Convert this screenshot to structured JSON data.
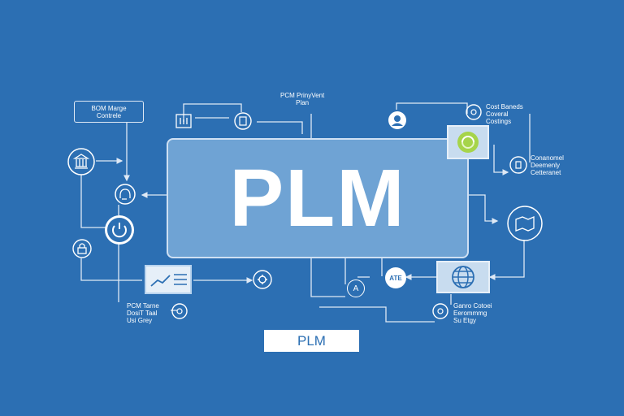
{
  "diagram": {
    "center_label": "PLM",
    "footer_label": "PLM",
    "top_caption": "PCM PrinyVent\nPlan",
    "box_top_left": "BOM Marge\nContrele",
    "label_right_top": "Cost Baneds\nCoveral\nCostings",
    "label_right_mid": "Conanomel\nDeemenly\nCetteranet",
    "label_bottom_left": "PCM Tarne\nDosiT Taal\nUsi Grey",
    "label_bottom_right": "Ganro Cotoei\nEerommmg\nSu Etgy",
    "node_text_ate": "ATE",
    "node_text_a": "A"
  },
  "colors": {
    "background": "#2c6fb3",
    "center_box": "#6fa3d4",
    "line": "#dfe9f5",
    "accent_green": "#a6d44a"
  },
  "icons": [
    "building-icon",
    "headset-icon",
    "power-icon",
    "lock-icon",
    "chart-icon",
    "gear-icon",
    "cube-icon",
    "document-icon",
    "user-icon",
    "recycle-icon",
    "settings-icon",
    "map-icon",
    "globe-icon",
    "target-icon"
  ]
}
